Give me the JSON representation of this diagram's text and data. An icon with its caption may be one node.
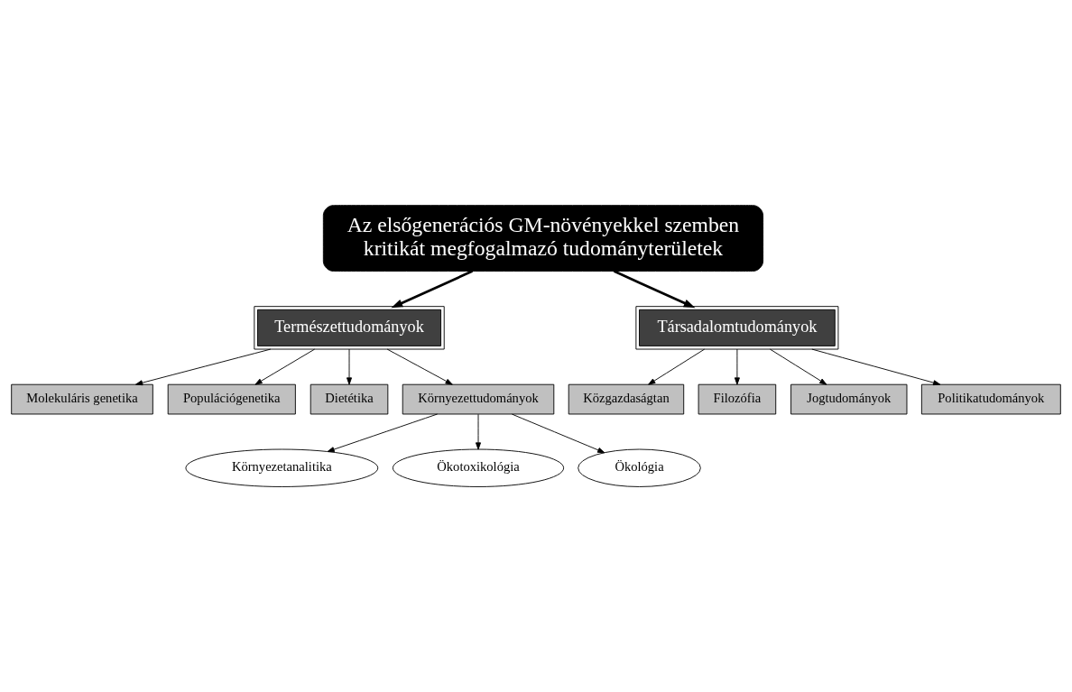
{
  "diagram": {
    "nodes": [
      {
        "text": [
          "Az elsőgenerációs GM-növényekkel szemben kritikát megfogalmazó tudományterületek"
        ]
      },
      {
        "text": [
          "Természettudományok"
        ]
      },
      {
        "text": [
          "Társadalomtudományok"
        ]
      },
      {
        "text": [
          "Molekuláris genetika"
        ]
      },
      {
        "text": [
          "Populációgenetika"
        ]
      },
      {
        "text": [
          "Dietétika"
        ]
      },
      {
        "text": [
          "Környezettudományok"
        ]
      },
      {
        "text": [
          "Közgazdaságtan"
        ]
      },
      {
        "text": [
          "Filozófia"
        ]
      },
      {
        "text": [
          "Jogtudományok"
        ]
      },
      {
        "text": [
          "Politikatudományok"
        ]
      },
      {
        "text": [
          "Környezetanalitika"
        ]
      },
      {
        "text": [
          "Ökotoxikológia"
        ]
      },
      {
        "text": [
          "Ökológia"
        ]
      }
    ],
    "edges": [
      {
        "from": 0,
        "to": 1,
        "arrow": "to",
        "style": "thick"
      },
      {
        "from": 0,
        "to": 2,
        "arrow": "to",
        "style": "thick"
      },
      {
        "from": 1,
        "to": 3,
        "arrow": "to"
      },
      {
        "from": 1,
        "to": 4,
        "arrow": "to"
      },
      {
        "from": 1,
        "to": 5,
        "arrow": "to"
      },
      {
        "from": 1,
        "to": 6,
        "arrow": "to"
      },
      {
        "from": 2,
        "to": 7,
        "arrow": "to"
      },
      {
        "from": 2,
        "to": 8,
        "arrow": "to"
      },
      {
        "from": 2,
        "to": 9,
        "arrow": "to"
      },
      {
        "from": 2,
        "to": 10,
        "arrow": "to"
      },
      {
        "from": 6,
        "to": 11,
        "arrow": "to"
      },
      {
        "from": 6,
        "to": 12,
        "arrow": "to"
      },
      {
        "from": 6,
        "to": 13,
        "arrow": "to"
      }
    ]
  }
}
